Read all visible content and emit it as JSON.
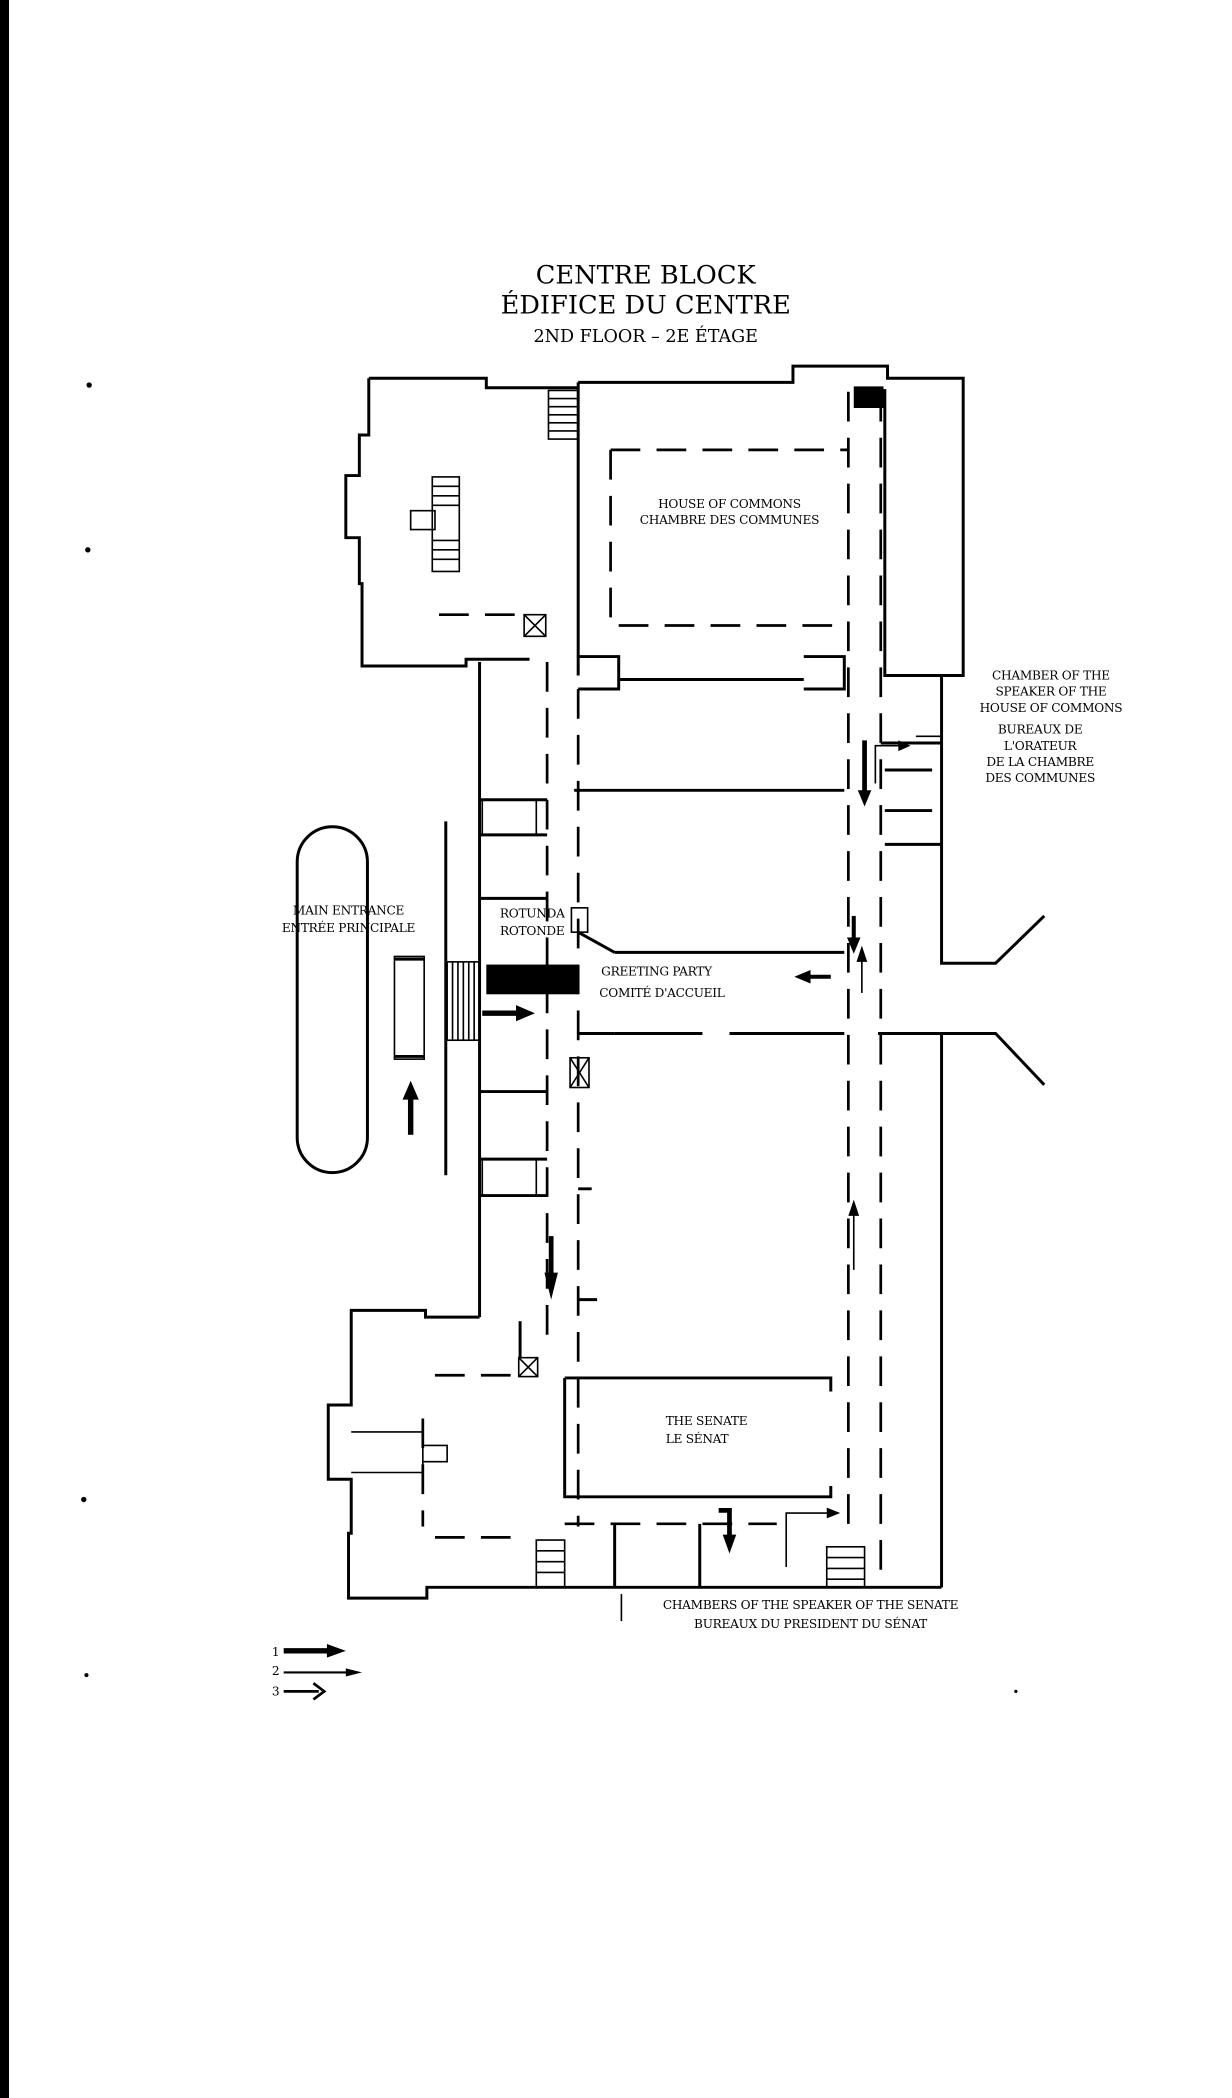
{
  "title": {
    "line1": "CENTRE BLOCK",
    "line2": "ÉDIFICE DU CENTRE",
    "line3": "2ND FLOOR – 2E ÉTAGE"
  },
  "labels": {
    "commons": [
      "HOUSE OF COMMONS",
      "CHAMBRE DES COMMUNES"
    ],
    "speaker_commons": [
      "CHAMBER OF THE",
      "SPEAKER OF THE",
      "HOUSE OF COMMONS",
      "BUREAUX DE",
      "L'ORATEUR",
      "DE LA CHAMBRE",
      "DES COMMUNES"
    ],
    "main_entrance": [
      "MAIN ENTRANCE",
      "ENTRÉE PRINCIPALE"
    ],
    "rotunda": [
      "ROTUNDA",
      "ROTONDE"
    ],
    "greeting": [
      "GREETING PARTY",
      "COMITÉ D'ACCUEIL"
    ],
    "senate": [
      "THE SENATE",
      "LE SÉNAT"
    ],
    "speaker_senate": [
      "CHAMBERS OF THE SPEAKER OF THE SENATE",
      "BUREAUX DU PRESIDENT DU SÉNAT"
    ]
  },
  "legend": [
    {
      "num": "1",
      "icon": "thick-arrow"
    },
    {
      "num": "2",
      "icon": "thin-arrow"
    },
    {
      "num": "3",
      "icon": "hooked-arrow"
    }
  ]
}
